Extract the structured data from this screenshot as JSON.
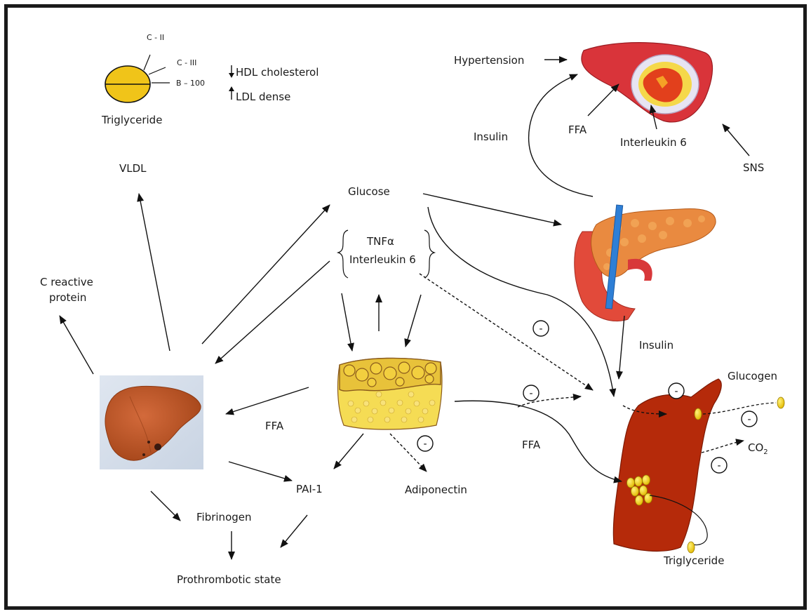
{
  "labels": {
    "apo_c2": "C - II",
    "apo_c3": "C - III",
    "apo_b100": "B – 100",
    "hdl": "HDL cholesterol",
    "ldl": "LDL dense",
    "triglyceride_top": "Triglyceride",
    "vldl": "VLDL",
    "creactive": "C reactive",
    "protein": "protein",
    "glucose": "Glucose",
    "tnf": "TNFα",
    "il6_center": "Interleukin 6",
    "hypertension": "Hypertension",
    "insulin_top": "Insulin",
    "ffa_vessel": "FFA",
    "il6_vessel": "Interleukin 6",
    "sns": "SNS",
    "insulin_right": "Insulin",
    "ffa_liver": "FFA",
    "ffa_muscle": "FFA",
    "pai1": "PAI-1",
    "adiponectin": "Adiponectin",
    "fibrinogen": "Fibrinogen",
    "prothrombotic": "Prothrombotic state",
    "glucogen": "Glucogen",
    "co2": "CO",
    "co2_sub": "2",
    "triglyceride_muscle": "Triglyceride",
    "minus": "-"
  },
  "colors": {
    "liver": "#b8562b",
    "muscle": "#b52a0a",
    "fat": "#f2d44a",
    "vessel": "#d9343a",
    "pancreas": "#e98a40",
    "lipoprotein": "#f0c419"
  }
}
